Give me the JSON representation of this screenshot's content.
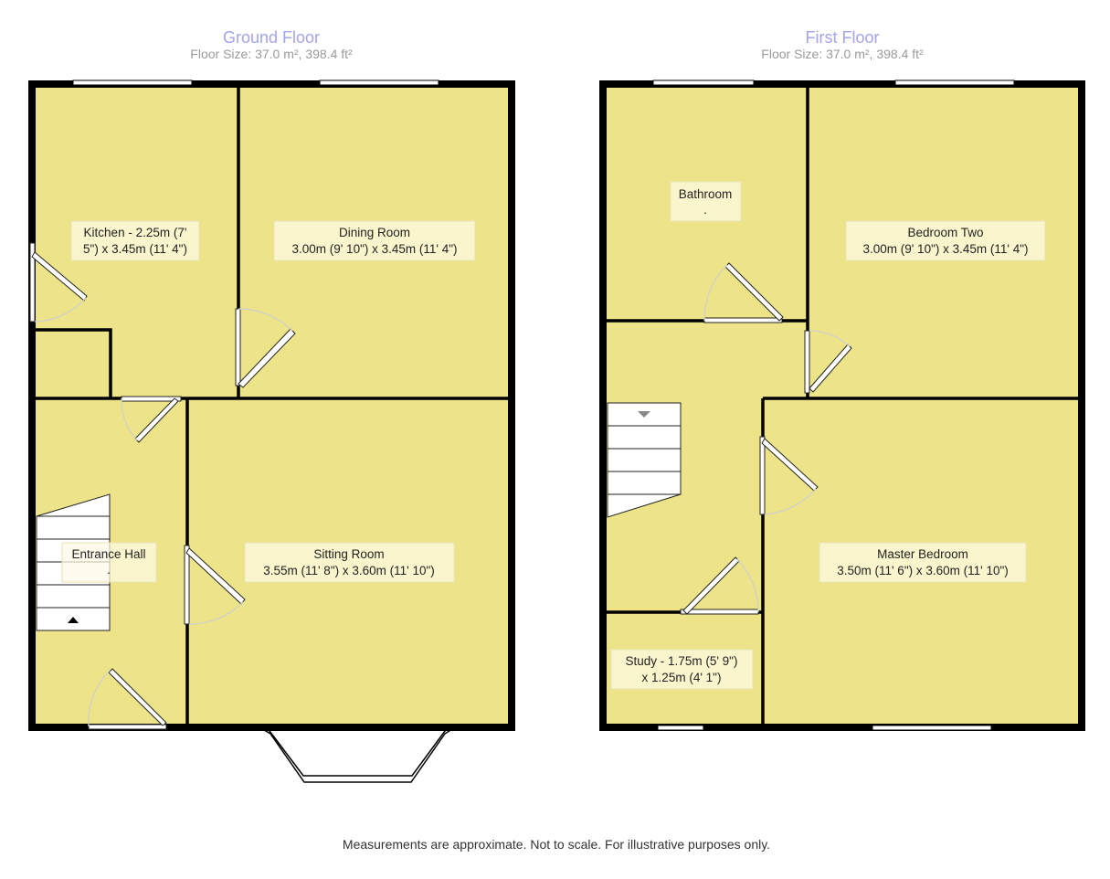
{
  "colors": {
    "room_fill": "#ede48a",
    "wall": "#000000",
    "title": "#a3a3ee"
  },
  "ground_floor": {
    "title": "Ground Floor",
    "size": "Floor Size: 37.0 m², 398.4 ft²",
    "rooms": {
      "kitchen": {
        "line1": "Kitchen - 2.25m (7'",
        "line2": "5\") x 3.45m (11' 4\")"
      },
      "dining": {
        "line1": "Dining Room",
        "line2": "3.00m (9' 10\") x 3.45m (11' 4\")"
      },
      "hall": {
        "line1": "Entrance Hall",
        "line2": "."
      },
      "sitting": {
        "line1": "Sitting Room",
        "line2": "3.55m (11' 8\") x 3.60m (11' 10\")"
      }
    }
  },
  "first_floor": {
    "title": "First Floor",
    "size": "Floor Size: 37.0 m², 398.4 ft²",
    "rooms": {
      "bathroom": {
        "line1": "Bathroom",
        "line2": "."
      },
      "bedroom2": {
        "line1": "Bedroom Two",
        "line2": "3.00m (9' 10\") x 3.45m (11' 4\")"
      },
      "master": {
        "line1": "Master Bedroom",
        "line2": "3.50m (11' 6\") x 3.60m (11' 10\")"
      },
      "study": {
        "line1": "Study - 1.75m (5' 9\")",
        "line2": "x 1.25m (4' 1\")"
      }
    }
  },
  "footer": "Measurements are approximate. Not to scale. For illustrative purposes only."
}
